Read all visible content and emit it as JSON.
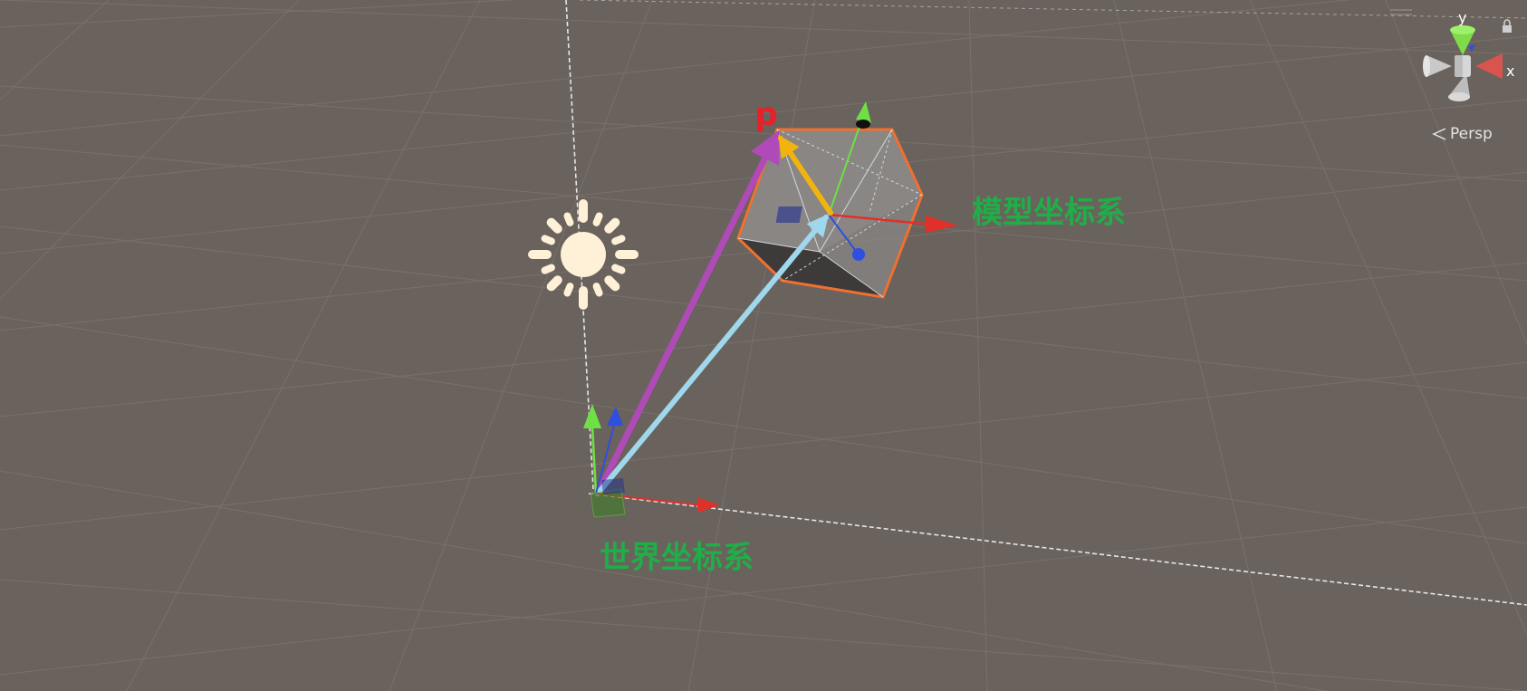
{
  "scene": {
    "world_label": "世界坐标系",
    "model_label": "模型坐标系",
    "point_label": "p"
  },
  "gizmo": {
    "y_label": "y",
    "x_label": "x",
    "projection": "Persp"
  },
  "colors": {
    "background": "#6a625c",
    "label_green": "#1fae48",
    "point_red": "#e8202a",
    "vector_purple": "#b04ab8",
    "vector_yellow": "#f2b40c",
    "vector_light_blue": "#9fd8ec",
    "axis_x_red": "#e0302a",
    "axis_y_green": "#6ee045",
    "axis_z_blue": "#2f4fe0",
    "selection_orange": "#f07030",
    "sun": "#fff1d8"
  }
}
